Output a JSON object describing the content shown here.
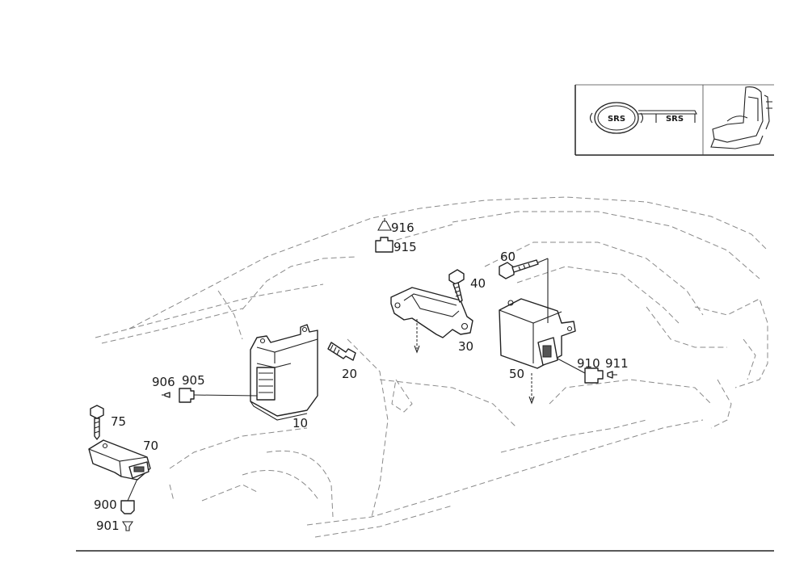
{
  "inset": {
    "badge_steering": "SRS",
    "badge_dash": "SRS"
  },
  "labels": {
    "p10": "10",
    "p20": "20",
    "p30": "30",
    "p40": "40",
    "p50": "50",
    "p60": "60",
    "p70": "70",
    "p75": "75",
    "p900": "900",
    "p901": "901",
    "p905": "905",
    "p906": "906",
    "p910": "910",
    "p911": "911",
    "p915": "915",
    "p916": "916"
  }
}
